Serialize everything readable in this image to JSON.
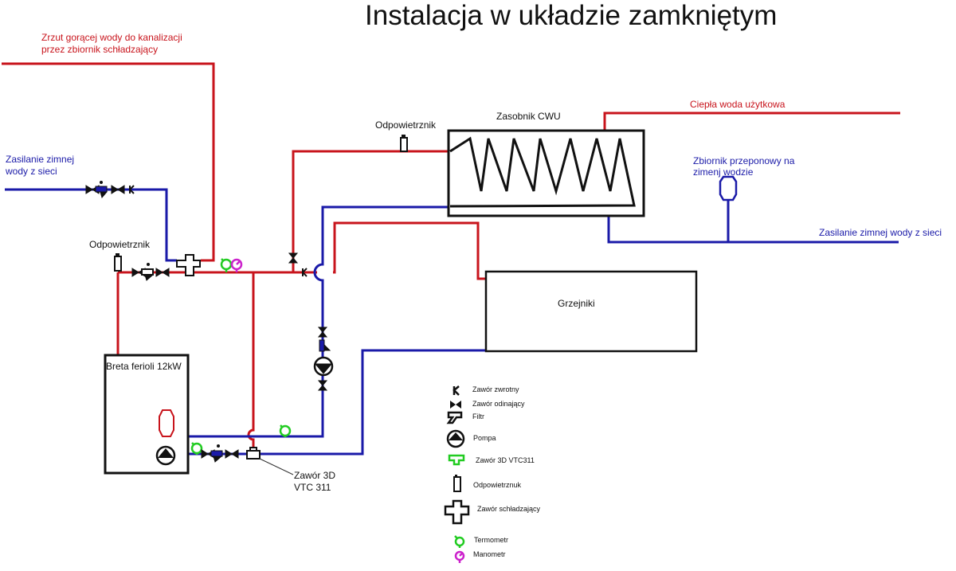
{
  "title": "Instalacja w układzie zamkniętym",
  "labels": {
    "drain": [
      "Zrzut gorącej wody do kanalizacji",
      "przez zbiornik schładzający"
    ],
    "cold_supply_left": [
      "Zasilanie zimnej",
      "wody z sieci"
    ],
    "air_vent_left": "Odpowietrznik",
    "air_vent_top": "Odpowietrznik",
    "tank": "Zasobnik CWU",
    "hot_water": "Ciepła woda użytkowa",
    "expansion_tank": [
      "Zbiornik przeponowy na",
      "zimenj wodzie"
    ],
    "cold_supply_right": "Zasilanie zimnej wody z sieci",
    "radiators": "Grzejniki",
    "boiler": "Breta ferioli 12kW",
    "valve3d": [
      "Zawór 3D",
      "VTC 311"
    ]
  },
  "legend": [
    {
      "icon": "check-valve-icon",
      "label": "Zawór zwrotny"
    },
    {
      "icon": "shutoff-valve-icon",
      "label": "Zawór odinający"
    },
    {
      "icon": "filter-icon",
      "label": "Filtr"
    },
    {
      "icon": "pump-icon",
      "label": "Pompa"
    },
    {
      "icon": "three-way-valve-icon",
      "label": "Zawór 3D VTC311"
    },
    {
      "icon": "air-vent-icon",
      "label": "Odpowietrznuk"
    },
    {
      "icon": "cooling-valve-icon",
      "label": "Zawór schładzający"
    },
    {
      "icon": "thermometer-icon",
      "label": "Termometr"
    },
    {
      "icon": "manometer-icon",
      "label": "Manometr"
    }
  ],
  "colors": {
    "hot": "#c8141c",
    "cold": "#1a1aa8",
    "thermometer": "#22cc22",
    "manometer": "#cc22cc",
    "outline": "#111111"
  }
}
